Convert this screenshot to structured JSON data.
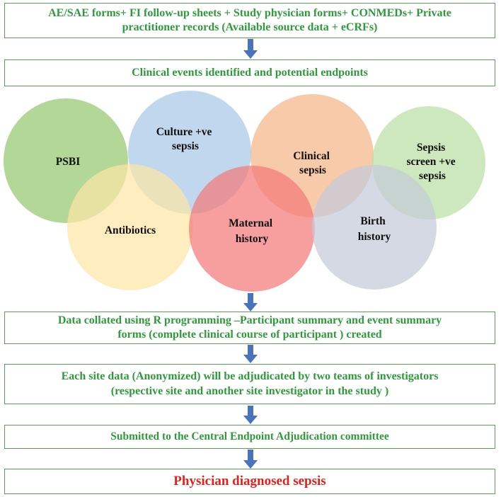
{
  "boxes": {
    "source": {
      "line1": "AE/SAE  forms+  FI follow-up   sheets + Study physician  forms+  CONMEDs+  Private",
      "line2": "practitioner  records  (Available source data  + eCRFs)"
    },
    "events": {
      "line1": "Clinical events identified  and  potential endpoints"
    },
    "collated": {
      "line1": "Data collated using  R programming  –Participant  summary  and   event summary",
      "line2": "forms (complete clinical  course of participant  ) created"
    },
    "adjudicated": {
      "line1": "Each site data (Anonymized)  will be adjudicated  by two  teams of investigators",
      "line2": "(respective site and  another site investigator in  the study )"
    },
    "submitted": {
      "line1": "Submitted to the Central Endpoint  Adjudication  committee"
    },
    "outcome": {
      "line1": "Physician diagnosed sepsis"
    }
  },
  "circles": [
    {
      "name": "psbi",
      "lines": [
        "PSBI"
      ],
      "color": "#92c66a"
    },
    {
      "name": "culture",
      "lines": [
        "Culture  +ve",
        "sepsis"
      ],
      "color": "#a7c6e6"
    },
    {
      "name": "clinical",
      "lines": [
        "Clinical",
        "sepsis"
      ],
      "color": "#f4b485"
    },
    {
      "name": "sepsis-screen",
      "lines": [
        "Sepsis",
        "screen +ve",
        "sepsis"
      ],
      "color": "#b8dea0"
    },
    {
      "name": "antibiotics",
      "lines": [
        "Antibiotics"
      ],
      "color": "#fce6a6"
    },
    {
      "name": "maternal",
      "lines": [
        "Maternal",
        "history"
      ],
      "color": "#f27a78"
    },
    {
      "name": "birth",
      "lines": [
        "Birth",
        "history"
      ],
      "color": "#c3cbd9"
    }
  ],
  "colors": {
    "box_border": "#5b9e59",
    "box_text": "#2f9a3c",
    "outcome_text": "#e0221b",
    "arrow": "#4a73bd"
  }
}
